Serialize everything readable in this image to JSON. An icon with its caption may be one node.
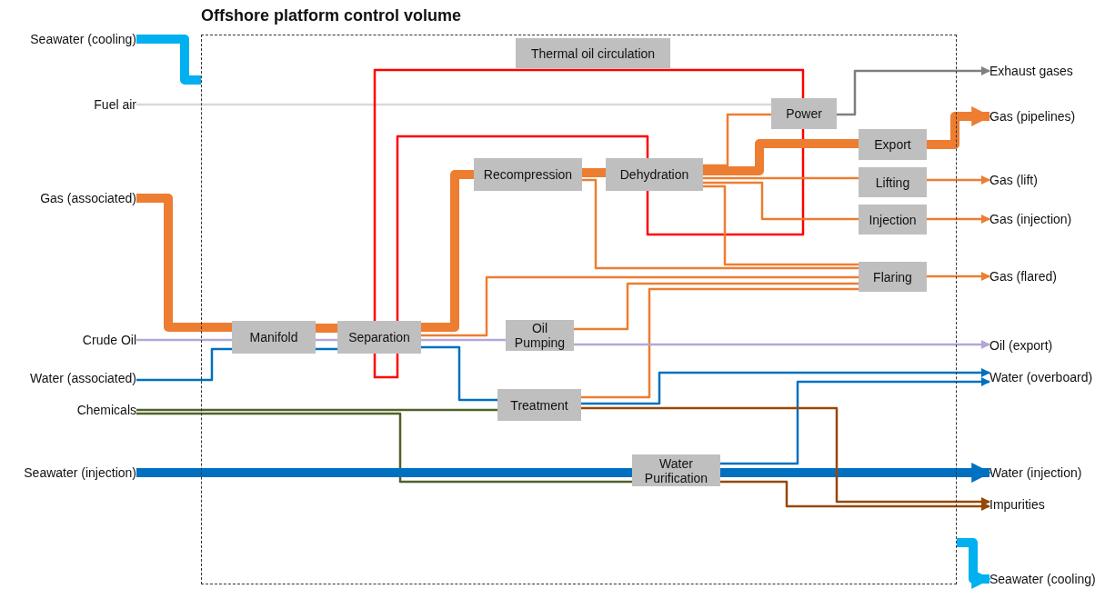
{
  "diagram": {
    "nodes": [
      {
        "text": [
          "Offshore platform control volume"
        ]
      },
      {
        "text": [
          "Seawater (cooling)"
        ]
      },
      {
        "text": [
          "Fuel air"
        ]
      },
      {
        "text": [
          "Gas (associated)"
        ]
      },
      {
        "text": [
          "Crude Oil"
        ]
      },
      {
        "text": [
          "Water (associated)"
        ]
      },
      {
        "text": [
          "Chemicals"
        ]
      },
      {
        "text": [
          "Seawater (injection)"
        ]
      },
      {
        "text": [
          "Thermal oil circulation"
        ],
        "in": 0
      },
      {
        "text": [
          "Power"
        ],
        "in": 0
      },
      {
        "text": [
          "Recompression"
        ],
        "in": 0
      },
      {
        "text": [
          "Dehydration"
        ],
        "in": 0
      },
      {
        "text": [
          "Export"
        ],
        "in": 0
      },
      {
        "text": [
          "Lifting"
        ],
        "in": 0
      },
      {
        "text": [
          "Injection"
        ],
        "in": 0
      },
      {
        "text": [
          "Flaring"
        ],
        "in": 0
      },
      {
        "text": [
          "Manifold"
        ],
        "in": 0
      },
      {
        "text": [
          "Separation"
        ],
        "in": 0
      },
      {
        "text": [
          "Oil Pumping"
        ],
        "in": 0
      },
      {
        "text": [
          "Treatment"
        ],
        "in": 0
      },
      {
        "text": [
          "Water Purification"
        ],
        "in": 0
      },
      {
        "text": [
          "Exhaust gases"
        ]
      },
      {
        "text": [
          "Gas (pipelines)"
        ]
      },
      {
        "text": [
          "Gas (lift)"
        ]
      },
      {
        "text": [
          "Gas (injection)"
        ]
      },
      {
        "text": [
          "Gas (flared)"
        ]
      },
      {
        "text": [
          "Oil (export)"
        ]
      },
      {
        "text": [
          "Water (overboard)"
        ]
      },
      {
        "text": [
          "Water (injection)"
        ]
      },
      {
        "text": [
          "Impurities"
        ]
      },
      {
        "text": [
          "Seawater (cooling)"
        ]
      }
    ],
    "edges": [
      {
        "from": 1,
        "to": 0,
        "arrow": "none",
        "style": "thick",
        "color": "#00b0f0"
      },
      {
        "from": 2,
        "to": 9,
        "arrow": "none",
        "color": "#d9d9d9"
      },
      {
        "from": 3,
        "to": 16,
        "arrow": "none",
        "style": "thick"
      },
      {
        "from": 4,
        "to": 16,
        "arrow": "none",
        "color": "#b4a7d6"
      },
      {
        "from": 5,
        "to": 16,
        "arrow": "none",
        "color": "#0070c0"
      },
      {
        "from": 6,
        "to": 19,
        "arrow": "none",
        "color": "#4f6228"
      },
      {
        "from": 6,
        "to": 20,
        "arrow": "none",
        "color": "#4f6228"
      },
      {
        "from": 7,
        "to": 20,
        "arrow": "none",
        "style": "thick",
        "color": "#0070c0"
      },
      {
        "from": 16,
        "to": 17,
        "arrow": "none",
        "style": "thick"
      },
      {
        "from": 16,
        "to": 17,
        "arrow": "none",
        "color": "#b4a7d6"
      },
      {
        "from": 16,
        "to": 17,
        "arrow": "none",
        "color": "#0070c0"
      },
      {
        "from": 17,
        "to": 10,
        "arrow": "none",
        "style": "thick"
      },
      {
        "from": 17,
        "to": 15,
        "arrow": "none"
      },
      {
        "from": 17,
        "to": 18,
        "arrow": "none",
        "color": "#b4a7d6"
      },
      {
        "from": 17,
        "to": 19,
        "arrow": "none",
        "color": "#0070c0"
      },
      {
        "from": 17,
        "to": 9,
        "arrow": "none",
        "color": "#ff0000"
      },
      {
        "from": 17,
        "to": 11,
        "arrow": "none",
        "color": "#ff0000"
      },
      {
        "from": 11,
        "to": 9,
        "arrow": "none",
        "color": "#ff0000"
      },
      {
        "from": 10,
        "to": 11,
        "arrow": "none",
        "style": "thick"
      },
      {
        "from": 10,
        "to": 15,
        "arrow": "none"
      },
      {
        "from": 11,
        "to": 9,
        "arrow": "none"
      },
      {
        "from": 11,
        "to": 12,
        "arrow": "none",
        "style": "thick"
      },
      {
        "from": 11,
        "to": 13,
        "arrow": "none"
      },
      {
        "from": 11,
        "to": 14,
        "arrow": "none"
      },
      {
        "from": 11,
        "to": 15,
        "arrow": "none"
      },
      {
        "from": 18,
        "to": 15,
        "arrow": "none"
      },
      {
        "from": 19,
        "to": 15,
        "arrow": "none"
      },
      {
        "from": 9,
        "to": 21,
        "arrow": "to",
        "color": "#7f7f7f"
      },
      {
        "from": 12,
        "to": 22,
        "arrow": "to",
        "style": "thick"
      },
      {
        "from": 13,
        "to": 23,
        "arrow": "to"
      },
      {
        "from": 14,
        "to": 24,
        "arrow": "to"
      },
      {
        "from": 15,
        "to": 25,
        "arrow": "to"
      },
      {
        "from": 18,
        "to": 26,
        "arrow": "to",
        "color": "#b4a7d6"
      },
      {
        "from": 19,
        "to": 27,
        "arrow": "to",
        "color": "#0070c0"
      },
      {
        "from": 20,
        "to": 27,
        "arrow": "to",
        "color": "#0070c0"
      },
      {
        "from": 20,
        "to": 28,
        "arrow": "to",
        "style": "thick",
        "color": "#0070c0"
      },
      {
        "from": 19,
        "to": 29,
        "arrow": "to",
        "color": "#974706"
      },
      {
        "from": 20,
        "to": 29,
        "arrow": "to",
        "color": "#974706"
      },
      {
        "from": 0,
        "to": 30,
        "arrow": "to",
        "style": "thick",
        "color": "#00b0f0"
      }
    ]
  }
}
